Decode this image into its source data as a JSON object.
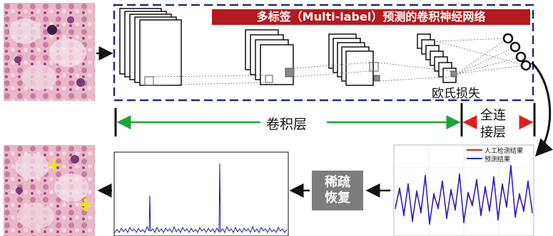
{
  "network": {
    "title": "多标签（Multi-label）预测的卷积神经网络",
    "loss_label": "欧氏损失"
  },
  "layers": {
    "conv_label": "卷积层",
    "fc_label_line1": "全连",
    "fc_label_line2": "接层"
  },
  "recovery": {
    "line1": "稀疏",
    "line2": "恢复"
  },
  "legend": {
    "manual": "人工检测结果",
    "predicted": "预测结果"
  },
  "colors": {
    "title_bg": "#b3191e",
    "dashed_border": "#1f2f70",
    "conv_arrow": "#1aa53a",
    "fc_arrow": "#e02020",
    "manual_line": "#d42020",
    "predicted_line": "#2222cc",
    "marker": "#f2e01b"
  }
}
